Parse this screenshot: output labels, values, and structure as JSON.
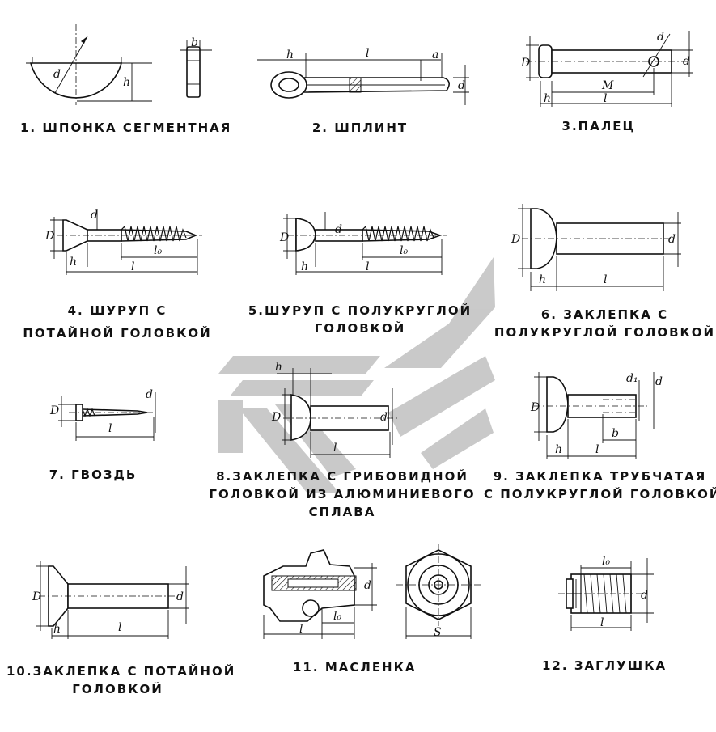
{
  "captions": [
    {
      "num": "1.",
      "lines": [
        "ШПОНКА СЕГМЕНТНАЯ"
      ]
    },
    {
      "num": "2.",
      "lines": [
        "ШПЛИНТ"
      ]
    },
    {
      "num": "3.",
      "lines": [
        "ПАЛЕЦ"
      ]
    },
    {
      "num": "4.",
      "lines": [
        "ШУРУП С",
        "ПОТАЙНОЙ ГОЛОВКОЙ"
      ]
    },
    {
      "num": "5.",
      "lines": [
        "ШУРУП С ПОЛУКРУГЛОЙ",
        "ГОЛОВКОЙ"
      ]
    },
    {
      "num": "6.",
      "lines": [
        "ЗАКЛЕПКА С",
        "ПОЛУКРУГЛОЙ ГОЛОВКОЙ"
      ]
    },
    {
      "num": "7.",
      "lines": [
        "ГВОЗДЬ"
      ]
    },
    {
      "num": "8.",
      "lines": [
        "ЗАКЛЕПКА С ГРИБОВИДНОЙ",
        "ГОЛОВКОЙ ИЗ АЛЮМИНИЕВОГО",
        "СПЛАВА"
      ]
    },
    {
      "num": "9.",
      "lines": [
        "ЗАКЛЕПКА ТРУБЧАТАЯ",
        "С ПОЛУКРУГЛОЙ ГОЛОВКОЙ"
      ]
    },
    {
      "num": "10.",
      "lines": [
        "ЗАКЛЕПКА С ПОТАЙНОЙ",
        "ГОЛОВКОЙ"
      ]
    },
    {
      "num": "11.",
      "lines": [
        "МАСЛЕНКА"
      ]
    },
    {
      "num": "12.",
      "lines": [
        "ЗАГЛУШКА"
      ]
    }
  ],
  "dims": {
    "h": "h",
    "b": "b",
    "d": "d",
    "D": "D",
    "l": "l",
    "a": "a",
    "M": "M",
    "d1": "d₁",
    "l0": "l₀",
    "S": "S"
  },
  "colors": {
    "ink": "#111111",
    "watermark": "#c4c4c4"
  },
  "watermark_icon": "logo-watermark-icon"
}
